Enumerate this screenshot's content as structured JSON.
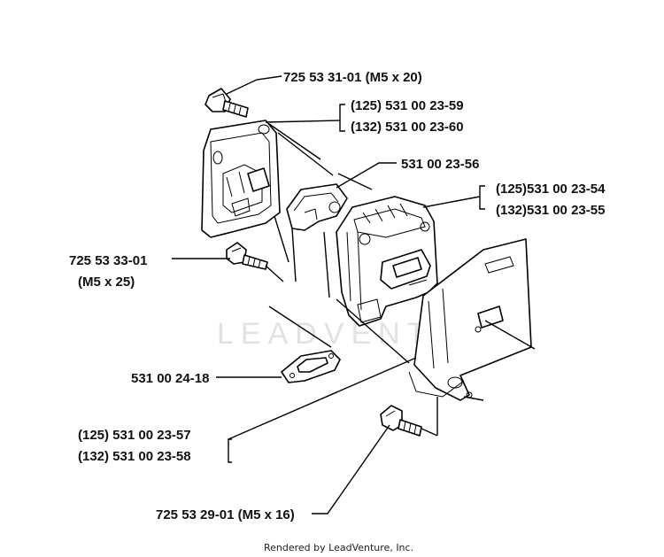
{
  "labels": {
    "top_screw": "725 53 31-01 (M5 x 20)",
    "cover_125": "(125) 531 00 23-59",
    "cover_132": "(132) 531 00 23-60",
    "spacer": "531 00 23-56",
    "muffler_125": "(125)531 00 23-54",
    "muffler_132": "(132)531 00 23-55",
    "left_screw_1": "725 53 33-01",
    "left_screw_2": "(M5 x 25)",
    "gasket": "531 00 24-18",
    "plate_125": "(125) 531 00 23-57",
    "plate_132": "(132) 531 00 23-58",
    "bottom_screw": "725 53 29-01 (M5 x 16)"
  },
  "watermark": "LEADVENTURE",
  "footer": "Rendered by LeadVenture, Inc."
}
